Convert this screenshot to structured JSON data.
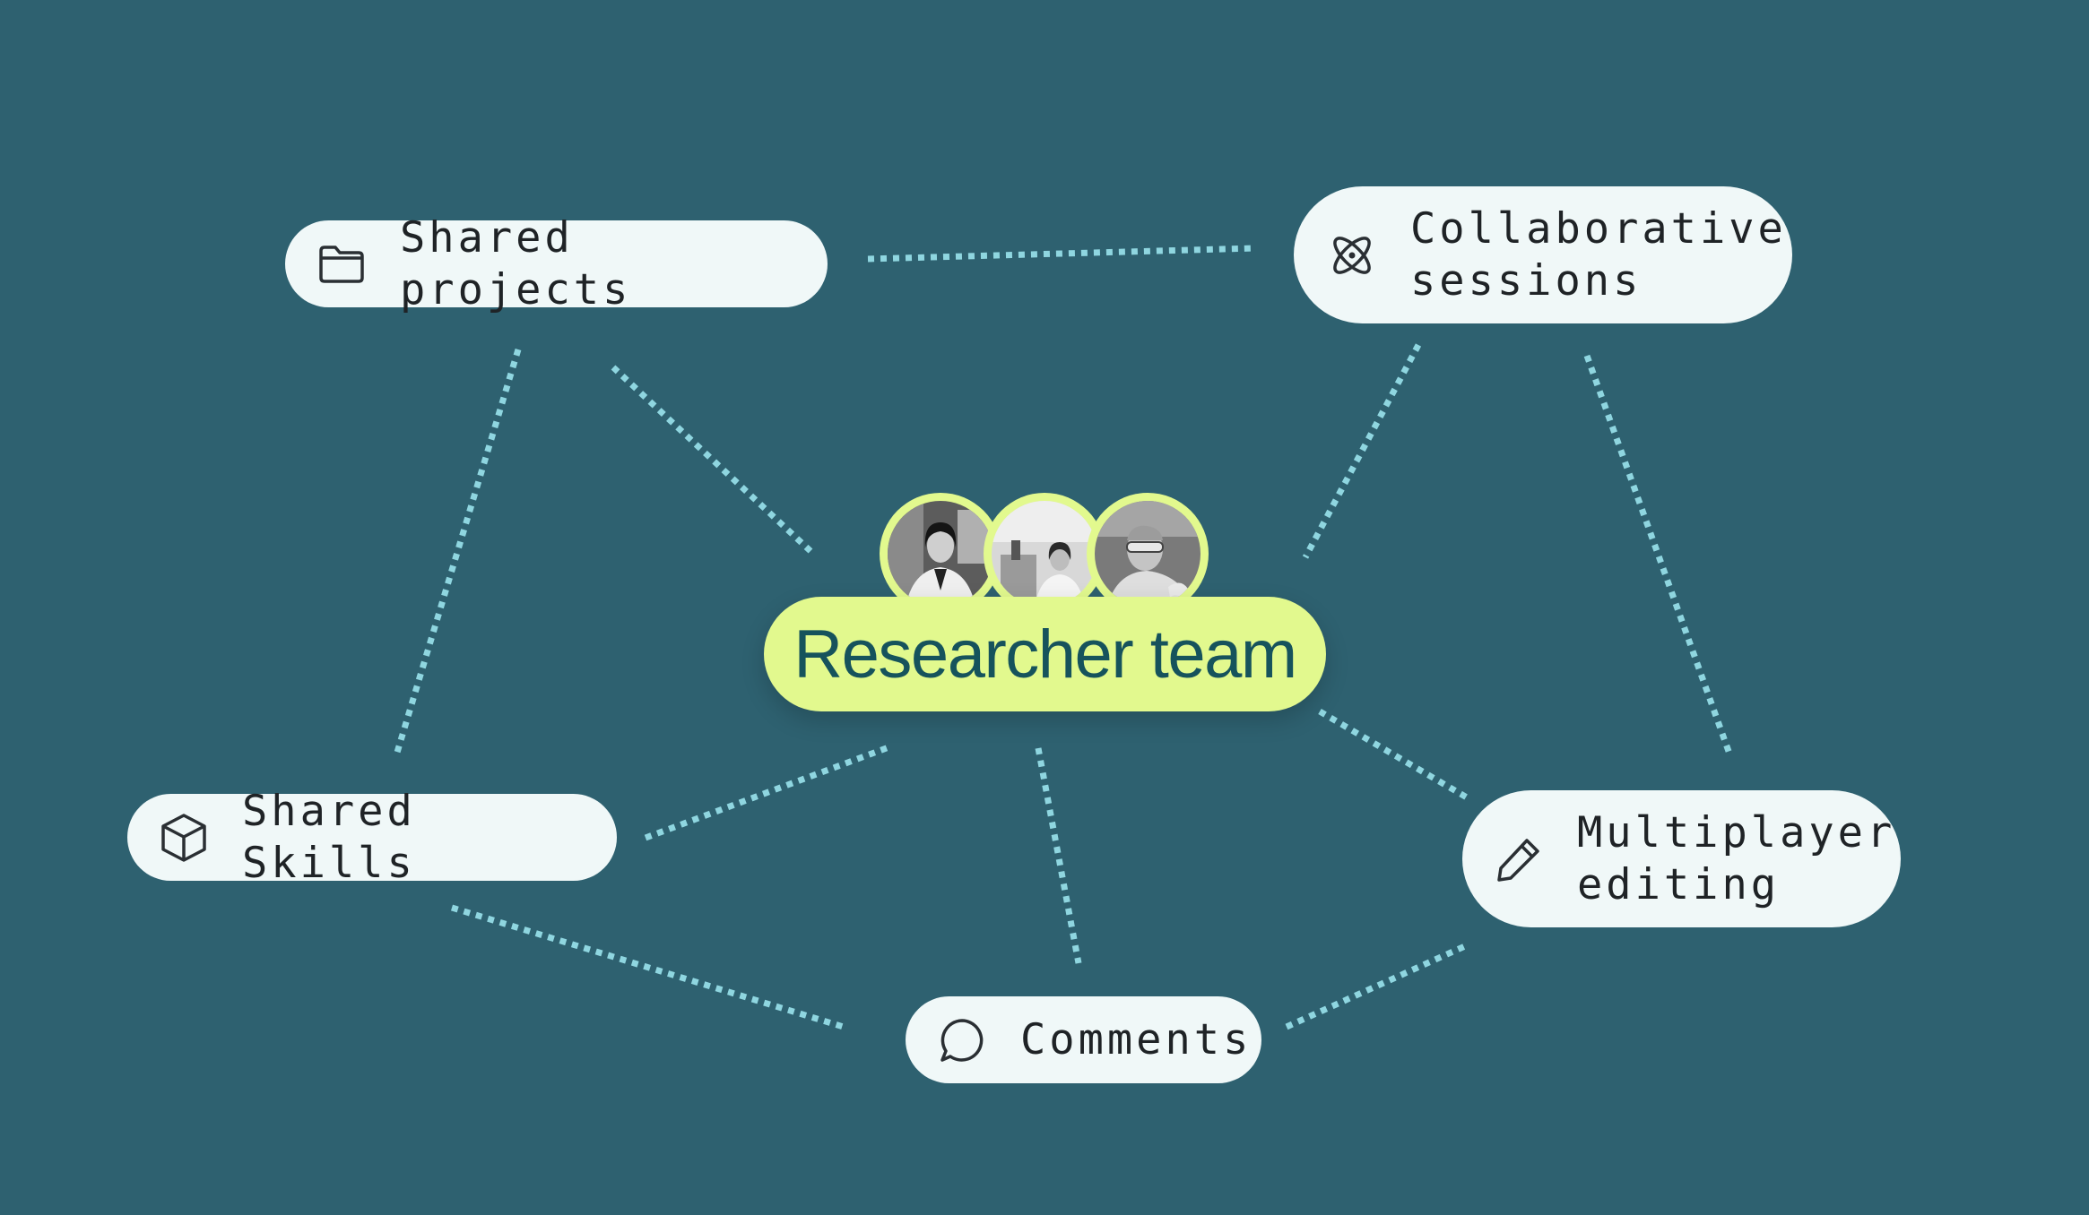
{
  "colors": {
    "background": "#2e6170",
    "connector": "#8fd6e0",
    "node_fill": "#f0f8f8",
    "node_text": "#1f2326",
    "center_fill": "#e2f98e",
    "center_text": "#16535c"
  },
  "center": {
    "label": "Researcher team",
    "avatars": [
      {
        "icon": "researcher-photo-woman-lab-coat"
      },
      {
        "icon": "researcher-photo-woman-microscope"
      },
      {
        "icon": "researcher-photo-man-goggles"
      }
    ]
  },
  "nodes": {
    "shared_projects": {
      "label": "Shared projects",
      "icon": "folder-icon"
    },
    "collaborative_sessions": {
      "label": "Collaborative\nsessions",
      "icon": "atom-icon"
    },
    "shared_skills": {
      "label": "Shared Skills",
      "icon": "cube-icon"
    },
    "multiplayer_editing": {
      "label": "Multiplayer\nediting",
      "icon": "pencil-icon"
    },
    "comments": {
      "label": "Comments",
      "icon": "speech-bubble-icon"
    }
  }
}
